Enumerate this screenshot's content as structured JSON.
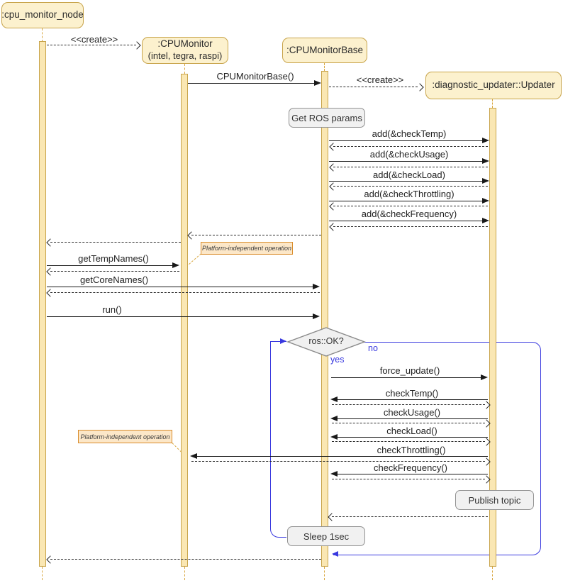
{
  "participants": [
    {
      "name": ":cpu_monitor_node"
    },
    {
      "name": ":CPUMonitor",
      "sub": "(intel, tegra, raspi)"
    },
    {
      "name": ":CPUMonitorBase"
    },
    {
      "name": ":diagnostic_updater::Updater"
    }
  ],
  "messages": {
    "create_monitor": "<<create>>",
    "ctor": "CPUMonitorBase()",
    "create_updater": "<<create>>",
    "add_temp": "add(&checkTemp)",
    "add_usage": "add(&checkUsage)",
    "add_load": "add(&checkLoad)",
    "add_throttling": "add(&checkThrottling)",
    "add_frequency": "add(&checkFrequency)",
    "get_temp_names": "getTempNames()",
    "get_core_names": "getCoreNames()",
    "run": "run()",
    "force_update": "force_update()",
    "check_temp": "checkTemp()",
    "check_usage": "checkUsage()",
    "check_load": "checkLoad()",
    "check_throttling": "checkThrottling()",
    "check_frequency": "checkFrequency()"
  },
  "notes": {
    "get_ros_params": "Get ROS params",
    "platform_independent_1": "Platform-independent operation",
    "platform_independent_2": "Platform-independent operation",
    "publish_topic": "Publish topic",
    "sleep": "Sleep 1sec"
  },
  "loop": {
    "condition": "ros::OK?",
    "yes_label": "yes",
    "no_label": "no"
  },
  "colors": {
    "participant_fill": "#FCF1CE",
    "participant_border": "#C8A44B",
    "activation_fill": "#FAE7B3",
    "note_fill": "#FCE7C8",
    "note_border": "#D98C2B",
    "gray_note_fill": "#F1F1F1",
    "loop_blue": "#3939DF",
    "arrow_black": "#191919"
  }
}
